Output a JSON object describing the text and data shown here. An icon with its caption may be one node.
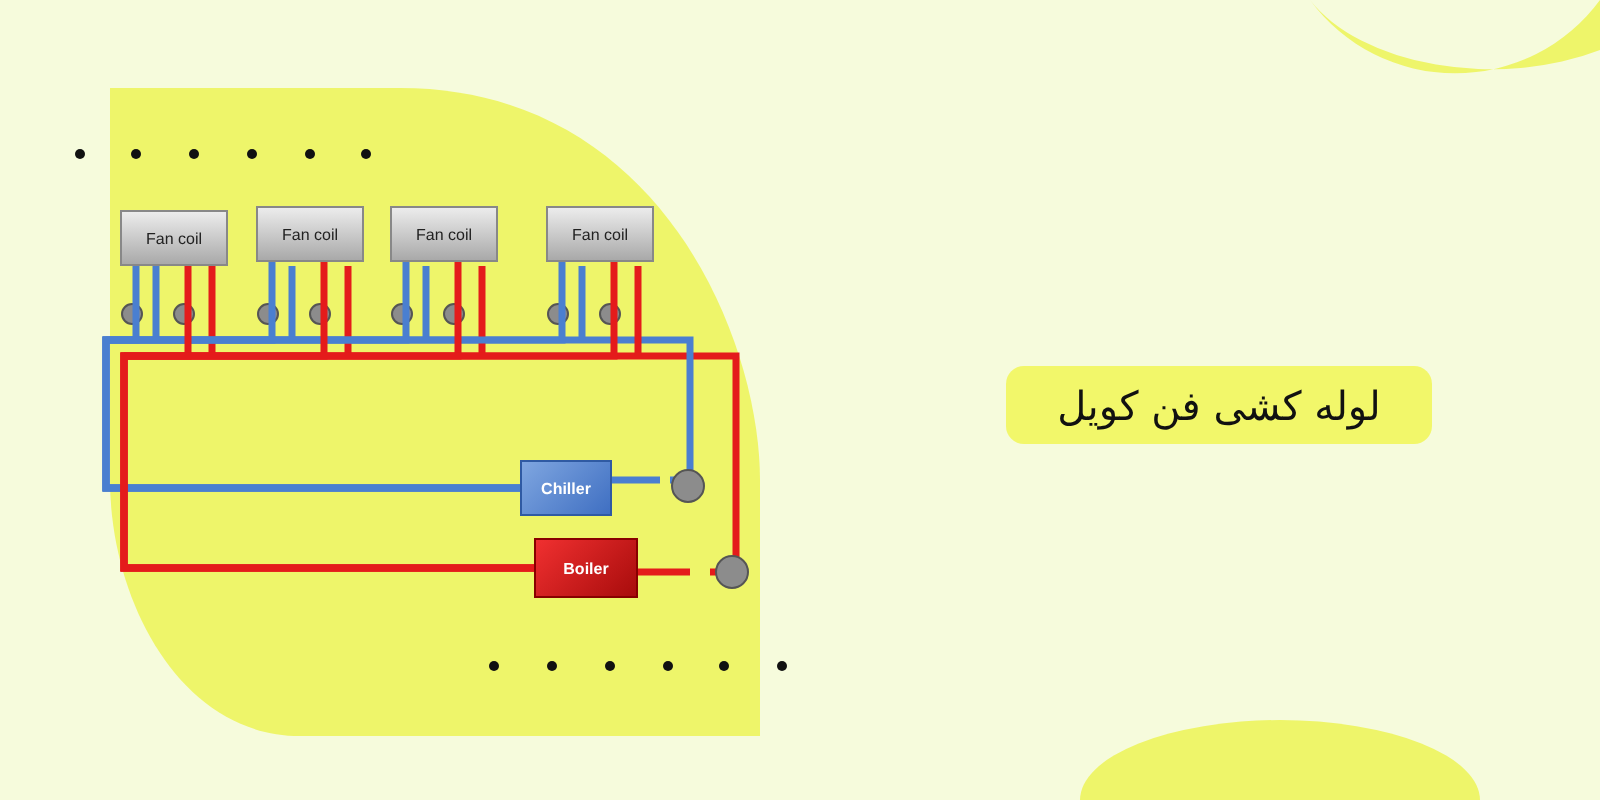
{
  "diagram": {
    "title": "لوله کشی فن کویل",
    "nodes": [
      {
        "text": [
          "Fan coil"
        ]
      },
      {
        "text": [
          "Fan coil"
        ]
      },
      {
        "text": [
          "Fan coil"
        ]
      },
      {
        "text": [
          "Fan coil"
        ]
      },
      {
        "text": [
          "Chiller"
        ]
      },
      {
        "text": [
          "Boiler"
        ]
      }
    ],
    "edges": [
      {
        "from": 0,
        "to": 4,
        "arrow": "none",
        "color": "#4a7fd0"
      },
      {
        "from": 1,
        "to": 4,
        "arrow": "none",
        "color": "#4a7fd0"
      },
      {
        "from": 2,
        "to": 4,
        "arrow": "none",
        "color": "#4a7fd0"
      },
      {
        "from": 3,
        "to": 4,
        "arrow": "none",
        "color": "#4a7fd0"
      },
      {
        "from": 0,
        "to": 5,
        "arrow": "none",
        "color": "#e41b1b"
      },
      {
        "from": 1,
        "to": 5,
        "arrow": "none",
        "color": "#e41b1b"
      },
      {
        "from": 2,
        "to": 5,
        "arrow": "none",
        "color": "#e41b1b"
      },
      {
        "from": 3,
        "to": 5,
        "arrow": "none",
        "color": "#e41b1b"
      }
    ]
  }
}
